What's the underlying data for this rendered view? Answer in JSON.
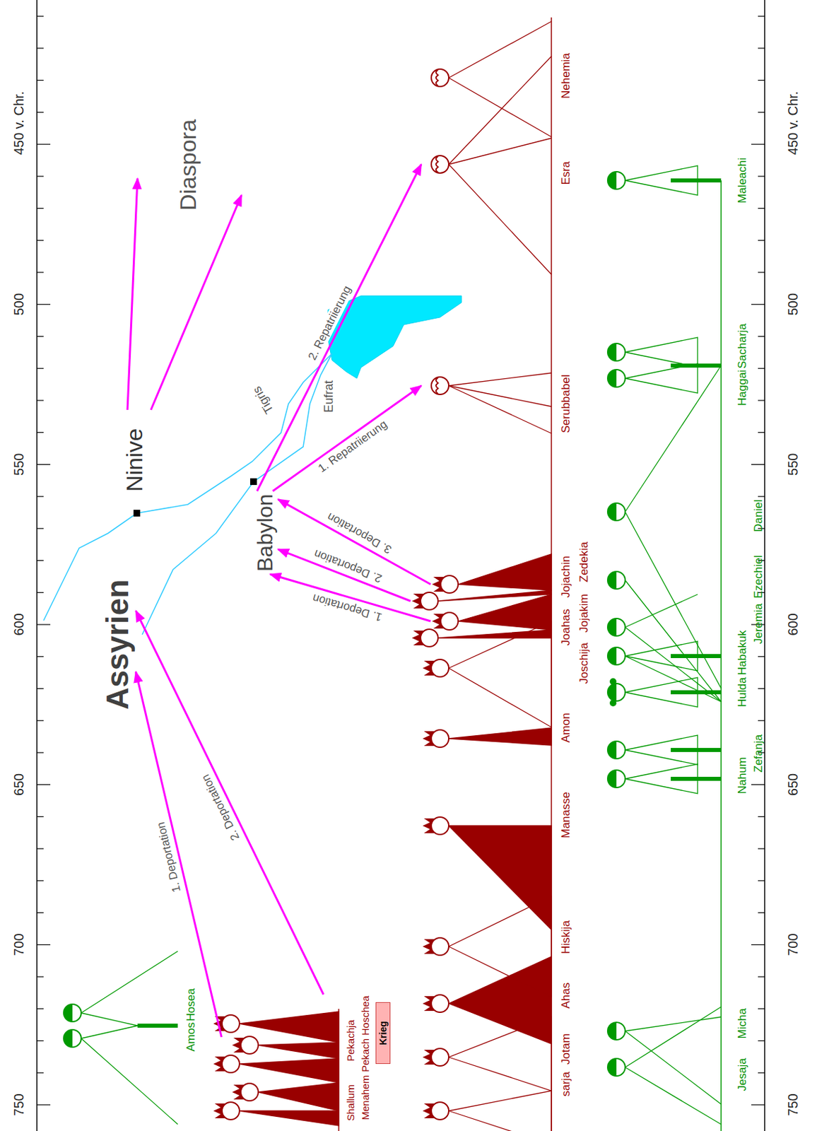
{
  "diagram": {
    "nodes": [
      {
        "text": [
          "Amos"
        ]
      },
      {
        "text": [
          "Hosea"
        ]
      },
      {
        "text": [
          "Shallum"
        ]
      },
      {
        "text": [
          "Menahem"
        ]
      },
      {
        "text": [
          "Pekachja"
        ]
      },
      {
        "text": [
          "Pekach"
        ]
      },
      {
        "text": [
          "Hoschea"
        ]
      },
      {
        "text": [
          "Krieg"
        ]
      },
      {
        "text": [
          "Assyrien"
        ]
      },
      {
        "text": [
          "Ninive"
        ]
      },
      {
        "text": [
          "Babylon"
        ]
      },
      {
        "text": [
          "sarja"
        ]
      },
      {
        "text": [
          "Jotam"
        ]
      },
      {
        "text": [
          "Ahas"
        ]
      },
      {
        "text": [
          "Hiskija"
        ]
      },
      {
        "text": [
          "Manasse"
        ]
      },
      {
        "text": [
          "Amon"
        ]
      },
      {
        "text": [
          "Joschija"
        ]
      },
      {
        "text": [
          "Joahas"
        ]
      },
      {
        "text": [
          "Jojakim"
        ]
      },
      {
        "text": [
          "Jojachin"
        ]
      },
      {
        "text": [
          "Zedekia"
        ]
      },
      {
        "text": [
          "Serubbabel"
        ]
      },
      {
        "text": [
          "Esra"
        ]
      },
      {
        "text": [
          "Nehemia"
        ]
      },
      {
        "text": [
          "Jesaja"
        ]
      },
      {
        "text": [
          "Micha"
        ]
      },
      {
        "text": [
          "Nahum"
        ]
      },
      {
        "text": [
          "Zefanja"
        ]
      },
      {
        "text": [
          "Hulda"
        ]
      },
      {
        "text": [
          "Habakuk"
        ]
      },
      {
        "text": [
          "Jeremia"
        ]
      },
      {
        "text": [
          "Ezechiel"
        ]
      },
      {
        "text": [
          "Daniel"
        ]
      },
      {
        "text": [
          "Haggai"
        ]
      },
      {
        "text": [
          "Sacharja"
        ]
      },
      {
        "text": [
          "Maleachi"
        ]
      }
    ],
    "edges": [
      {
        "from": 5,
        "to": 8,
        "arrow": "to",
        "label": "1. Deportation"
      },
      {
        "from": 6,
        "to": 8,
        "arrow": "to",
        "label": "2. Deportation"
      },
      {
        "from": 19,
        "to": 10,
        "arrow": "to",
        "label": "1. Deportation"
      },
      {
        "from": 20,
        "to": 10,
        "arrow": "to",
        "label": "2. Deportation"
      },
      {
        "from": 21,
        "to": 10,
        "arrow": "to",
        "label": "3. Deportation"
      },
      {
        "from": 10,
        "to": 22,
        "arrow": "to",
        "label": "1. Repatriierung"
      },
      {
        "from": 10,
        "to": 23,
        "arrow": "to",
        "label": "2. Repatriierung"
      }
    ],
    "labels": [
      "750",
      "700",
      "650",
      "600",
      "550",
      "500",
      "450 v. Chr.",
      "750",
      "700",
      "650",
      "600",
      "550",
      "500",
      "450 v. Chr.",
      "Diaspora",
      "Tigris",
      "Eufrat"
    ]
  }
}
